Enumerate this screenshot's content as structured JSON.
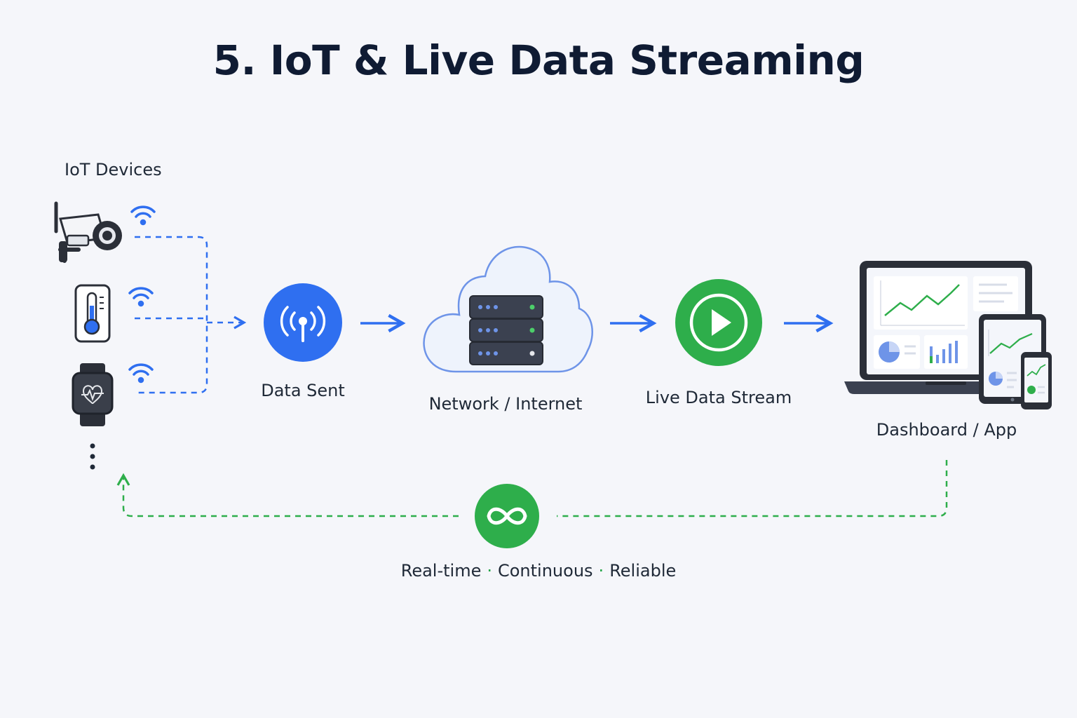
{
  "title": "5. IoT & Live Data Streaming",
  "devices_label": "IoT Devices",
  "devices": [
    {
      "name": "security-camera",
      "icon": "cctv-camera-icon"
    },
    {
      "name": "thermometer",
      "icon": "thermometer-icon"
    },
    {
      "name": "smartwatch",
      "icon": "smartwatch-heart-icon"
    }
  ],
  "steps": [
    {
      "label": "Data Sent",
      "icon": "antenna-broadcast-icon"
    },
    {
      "label": "Network / Internet",
      "icon": "cloud-server-icon"
    },
    {
      "label": "Live Data Stream",
      "icon": "play-icon"
    },
    {
      "label": "Dashboard / App",
      "icon": "devices-dashboard-icon"
    }
  ],
  "loop": {
    "icon": "infinity-icon",
    "tags": [
      "Real-time",
      "Continuous",
      "Reliable"
    ],
    "separator": "·"
  },
  "colors": {
    "blue": "#2f6ff0",
    "green": "#2eae4b",
    "dark": "#1f2937",
    "title": "#0f1b33",
    "background": "#f5f6fa"
  }
}
